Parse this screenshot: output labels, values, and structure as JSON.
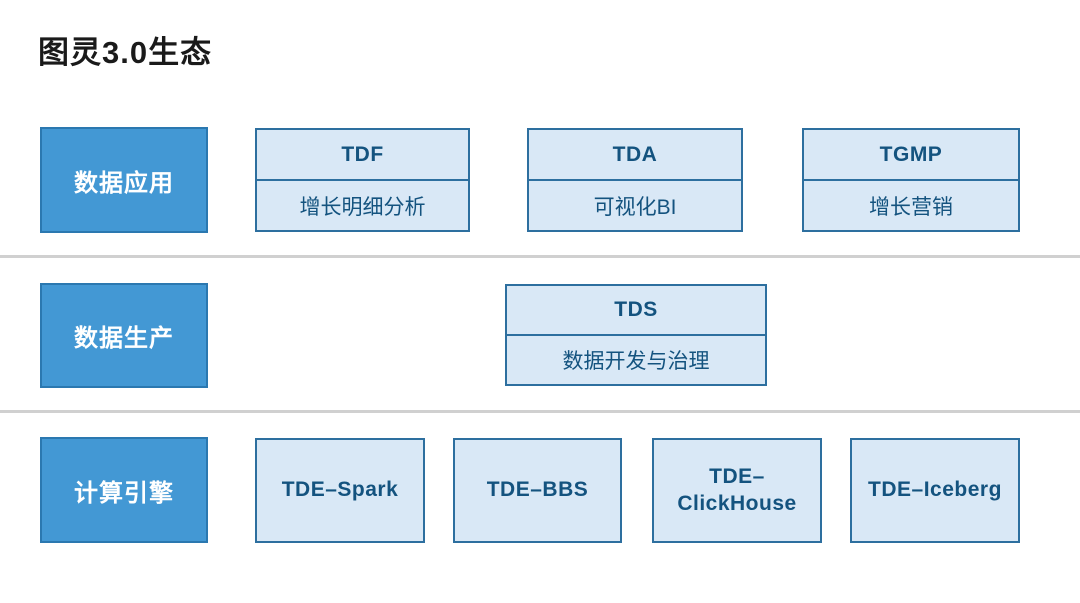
{
  "title": "图灵3.0生态",
  "rows": [
    {
      "label": "数据应用",
      "products": [
        {
          "name": "TDF",
          "desc": "增长明细分析"
        },
        {
          "name": "TDA",
          "desc": "可视化BI"
        },
        {
          "name": "TGMP",
          "desc": "增长营销"
        }
      ]
    },
    {
      "label": "数据生产",
      "products": [
        {
          "name": "TDS",
          "desc": "数据开发与治理"
        }
      ]
    },
    {
      "label": "计算引擎",
      "engines": [
        "TDE–Spark",
        "TDE–BBS",
        "TDE–ClickHouse",
        "TDE–Iceberg"
      ]
    }
  ],
  "colors": {
    "label_box_fill": "#4398d4",
    "label_box_border": "#2b78b0",
    "label_text": "#ffffff",
    "product_box_fill": "#d9e8f6",
    "product_box_border": "#2d6f9f",
    "product_text": "#14537f",
    "divider": "#d0d0d0",
    "title_text": "#1a1a1a"
  }
}
